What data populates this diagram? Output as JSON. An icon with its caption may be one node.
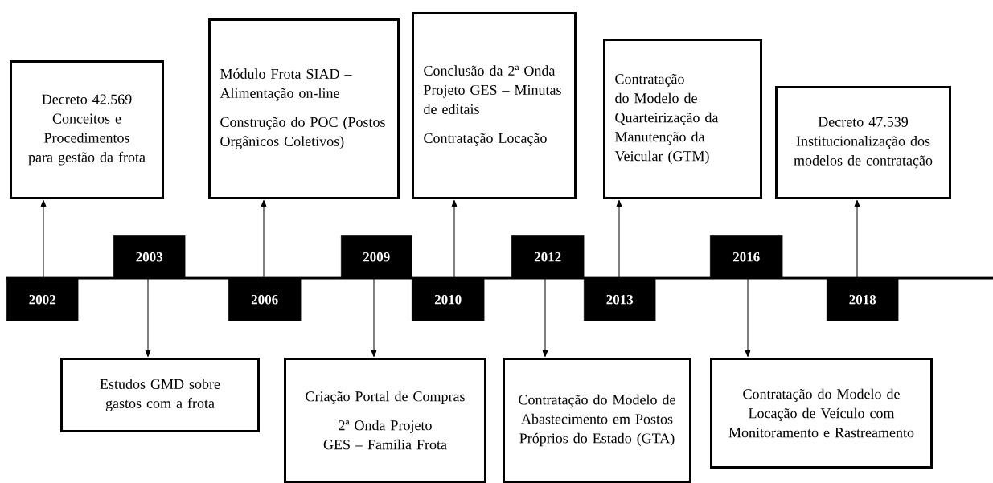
{
  "diagram": {
    "nodes": [
      {
        "text": [
          "2002"
        ]
      },
      {
        "text": [
          "Decreto 42.569 Conceitos e Procedimentos para gestão da frota"
        ]
      },
      {
        "text": [
          "2003"
        ]
      },
      {
        "text": [
          "Estudos GMD sobre gastos com a frota"
        ]
      },
      {
        "text": [
          "2006"
        ]
      },
      {
        "text": [
          "Módulo Frota SIAD – Alimentação on-line",
          "Construção do POC (Postos Orgânicos Coletivos)"
        ]
      },
      {
        "text": [
          "2009"
        ]
      },
      {
        "text": [
          "Criação Portal de Compras",
          "2ª Onda Projeto GES – Família Frota"
        ]
      },
      {
        "text": [
          "2010"
        ]
      },
      {
        "text": [
          "Conclusão da 2ª Onda Projeto GES – Minutas de editais",
          "Contratação Locação"
        ]
      },
      {
        "text": [
          "2012"
        ]
      },
      {
        "text": [
          "Contratação do Modelo de Abastecimento em Postos Próprios do Estado (GTA)"
        ]
      },
      {
        "text": [
          "2013"
        ]
      },
      {
        "text": [
          "Contratação do Modelo de Quarteirização da Manutenção da Veicular (GTM)"
        ]
      },
      {
        "text": [
          "2016"
        ]
      },
      {
        "text": [
          "Contratação do Modelo de Locação de Veículo com Monitoramento e Rastreamento"
        ]
      },
      {
        "text": [
          "2018"
        ]
      },
      {
        "text": [
          "Decreto 47.539 Institucionalização dos modelos de contratação"
        ]
      }
    ],
    "edges": [
      {
        "from": 0,
        "to": 1,
        "arrow": "to"
      },
      {
        "from": 2,
        "to": 3,
        "arrow": "to"
      },
      {
        "from": 4,
        "to": 5,
        "arrow": "to"
      },
      {
        "from": 6,
        "to": 7,
        "arrow": "to"
      },
      {
        "from": 8,
        "to": 9,
        "arrow": "to"
      },
      {
        "from": 10,
        "to": 11,
        "arrow": "to"
      },
      {
        "from": 12,
        "to": 13,
        "arrow": "to"
      },
      {
        "from": 14,
        "to": 15,
        "arrow": "to"
      },
      {
        "from": 16,
        "to": 17,
        "arrow": "to"
      }
    ]
  }
}
